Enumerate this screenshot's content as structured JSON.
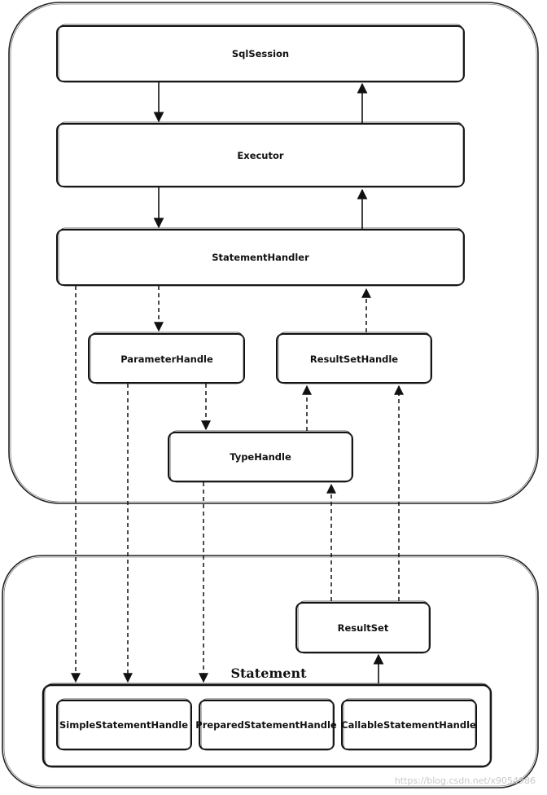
{
  "diagram": {
    "nodes": {
      "sqlsession": "SqlSession",
      "executor": "Executor",
      "statement_handler": "StatementHandler",
      "parameter_handle": "ParameterHandle",
      "resultset_handle": "ResultSetHandle",
      "type_handle": "TypeHandle",
      "resultset": "ResultSet",
      "simple_statement_handle": "SimpleStatementHandle",
      "prepared_statement_handle": "PreparedStatementHandle",
      "callable_statement_handle": "CallableStatementHandle"
    },
    "statement_group_title": "Statement",
    "watermark": "https://blog.csdn.net/x9054986"
  }
}
